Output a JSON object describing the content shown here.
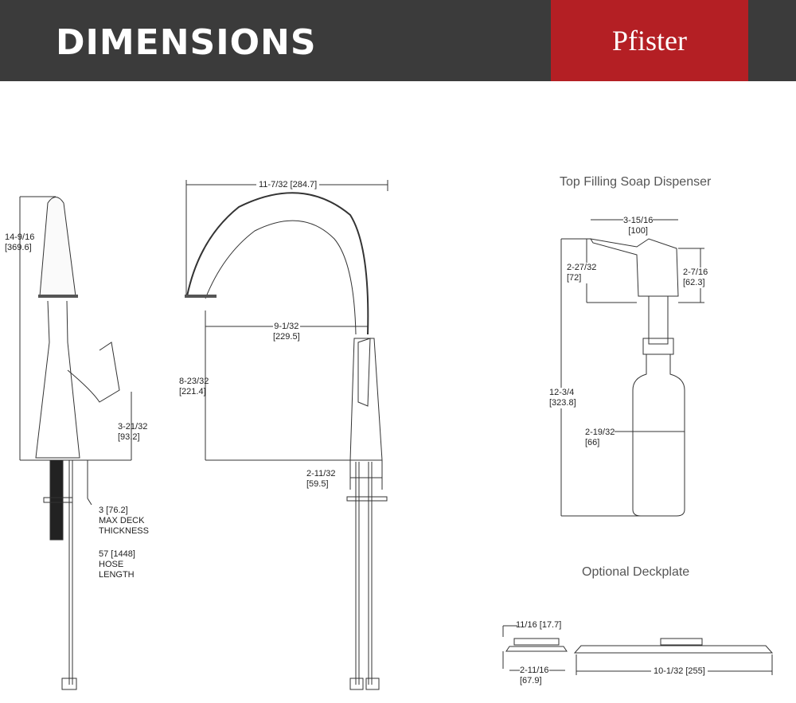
{
  "header": {
    "title": "DIMENSIONS",
    "brand": "Pfister"
  },
  "side_view": {
    "height": "14-9/16",
    "height_mm": "[369.6]",
    "handle": "3-21/32",
    "handle_mm": "[93.2]",
    "deck": "3 [76.2]",
    "deck1": "MAX DECK",
    "deck2": "THICKNESS",
    "hose": "57 [1448]",
    "hose1": "HOSE",
    "hose2": "LENGTH"
  },
  "front_view": {
    "width": "11-7/32 [284.7]",
    "reach": "9-1/32",
    "reach_mm": "[229.5]",
    "spout_h": "8-23/32",
    "spout_h_mm": "[221.4]",
    "base": "2-11/32",
    "base_mm": "[59.5]"
  },
  "soap": {
    "title": "Top Filling Soap Dispenser",
    "w": "3-15/16",
    "w_mm": "[100]",
    "h1": "2-27/32",
    "h1_mm": "[72]",
    "h2": "2-7/16",
    "h2_mm": "[62.3]",
    "total": "12-3/4",
    "total_mm": "[323.8]",
    "bottle": "2-19/32",
    "bottle_mm": "[66]"
  },
  "deckplate": {
    "title": "Optional Deckplate",
    "h": "11/16  [17.7]",
    "d": "2-11/16",
    "d_mm": "[67.9]",
    "w": "10-1/32 [255]"
  }
}
